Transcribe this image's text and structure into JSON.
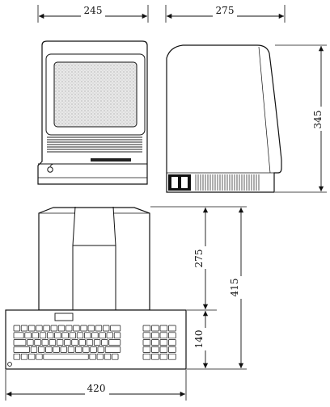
{
  "dimensions": {
    "front_width": "245",
    "side_depth": "275",
    "side_height": "345",
    "top_depth": "275",
    "total_depth": "415",
    "keyboard_depth": "140",
    "keyboard_width": "420"
  },
  "front_logo": "apple-logo-icon",
  "keyboard_logo": "apple-logo-icon"
}
